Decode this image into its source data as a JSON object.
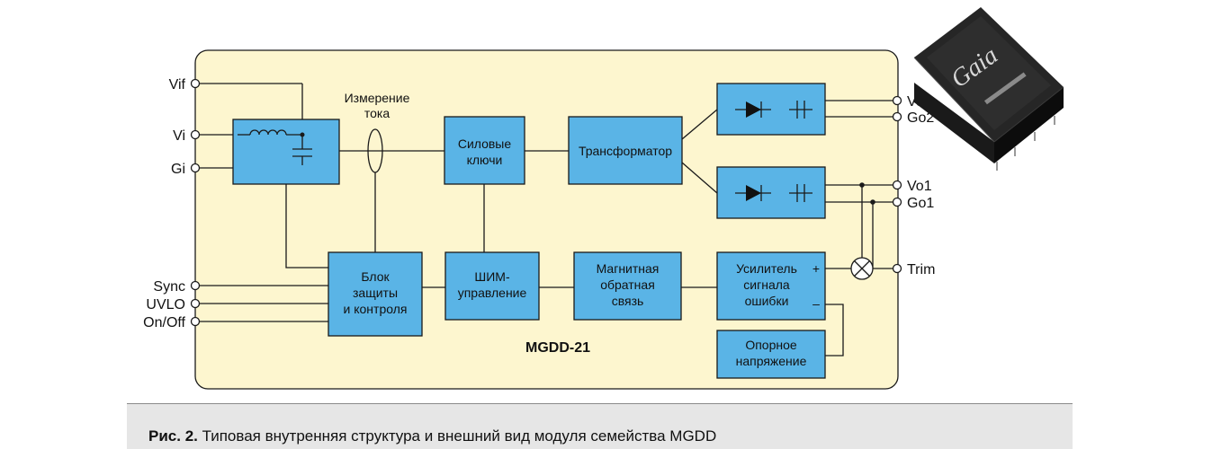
{
  "diagram": {
    "title": "MGDD-21",
    "current_sense_label": [
      "Измерение",
      "тока"
    ],
    "blocks": {
      "power_switches": [
        "Силовые",
        "ключи"
      ],
      "transformer": [
        "Трансформатор"
      ],
      "protection": [
        "Блок",
        "защиты",
        "и контроля"
      ],
      "pwm": [
        "ШИМ-",
        "управление"
      ],
      "magnetic_feedback": [
        "Магнитная",
        "обратная",
        "связь"
      ],
      "error_amp": [
        "Усилитель",
        "сигнала",
        "ошибки"
      ],
      "reference": [
        "Опорное",
        "напряжение"
      ]
    },
    "error_amp_plus": "+",
    "error_amp_minus": "–",
    "pins_left": {
      "vif": "Vif",
      "vi": "Vi",
      "gi": "Gi",
      "sync": "Sync",
      "uvlo": "UVLO",
      "onoff": "On/Off"
    },
    "pins_right": {
      "vo2": "Vo2",
      "go2": "Go2",
      "vo1": "Vo1",
      "go1": "Go1",
      "trim": "Trim"
    }
  },
  "caption": {
    "label": "Рис. 2.",
    "text": " Типовая внутренняя структура и внешний вид модуля семейства MGDD"
  },
  "product": {
    "logo_text": "Gaia"
  },
  "colors": {
    "panel": "#fdf6cf",
    "block": "#5ab4e6",
    "line": "#1a1a1a",
    "caption_bg": "#e6e6e6"
  }
}
